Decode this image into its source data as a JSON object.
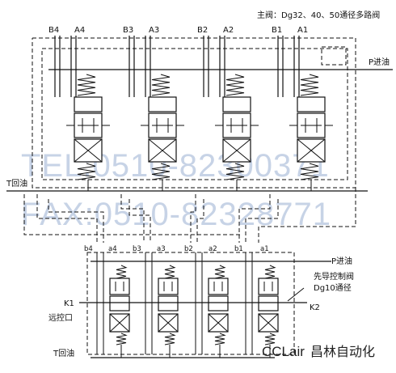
{
  "main_valve": {
    "title": "主阀：Dg32、40、50通径多路阀",
    "ports": [
      {
        "b": "B4",
        "a": "A4"
      },
      {
        "b": "B3",
        "a": "A3"
      },
      {
        "b": "B2",
        "a": "A2"
      },
      {
        "b": "B1",
        "a": "A1"
      }
    ],
    "p_in": "P进油",
    "t_return": "T回油"
  },
  "pilot_valve": {
    "ports": [
      {
        "b": "b4",
        "a": "a4"
      },
      {
        "b": "b3",
        "a": "a3"
      },
      {
        "b": "b2",
        "a": "a2"
      },
      {
        "b": "b1",
        "a": "a1"
      }
    ],
    "p_in": "P进油",
    "title": "先导控制阀",
    "bore": "Dg10通径",
    "k1": "K1",
    "k2": "K2",
    "remote": "远控口",
    "t_return": "T回油"
  },
  "watermark": {
    "tel": "TEL:0510-82300371",
    "fax": "FAX:0510-82328771"
  },
  "brand": {
    "latin": "CCLair",
    "chinese": "昌林自动化"
  }
}
